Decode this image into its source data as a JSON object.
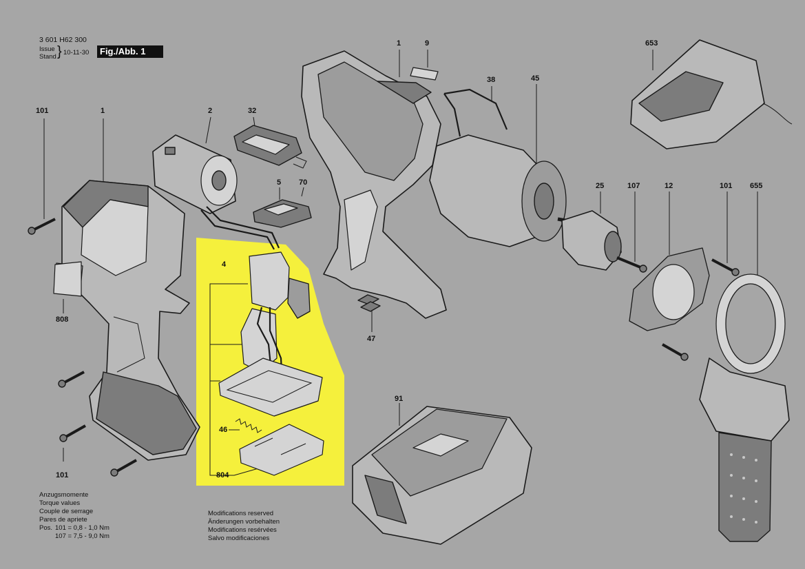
{
  "header": {
    "part_number": "3 601 H62 300",
    "issue_label_1": "Issue",
    "issue_label_2": "Stand",
    "issue_date": "10-11-30",
    "figure": "Fig./Abb. 1"
  },
  "callouts": [
    "101",
    "1",
    "2",
    "32",
    "1",
    "9",
    "38",
    "45",
    "653",
    "5",
    "70",
    "4",
    "808",
    "25",
    "107",
    "12",
    "101",
    "655",
    "47",
    "46",
    "804",
    "91",
    "101"
  ],
  "torque_note": {
    "lines": [
      "Anzugsmomente",
      "Torque values",
      "Couple de serrage",
      "Pares de apriete"
    ],
    "pos_label": "Pos.",
    "row1": "101 = 0,8 - 1,0 Nm",
    "row2": "107 = 7,5 - 9,0 Nm"
  },
  "modifications_note": {
    "lines": [
      "Modifications reserved",
      "Änderungen vorbehalten",
      "Modifications resérvées",
      "Salvo modificaciones"
    ]
  },
  "colors": {
    "background": "#a6a6a6",
    "highlight": "#f5f03c",
    "ink": "#111111"
  }
}
